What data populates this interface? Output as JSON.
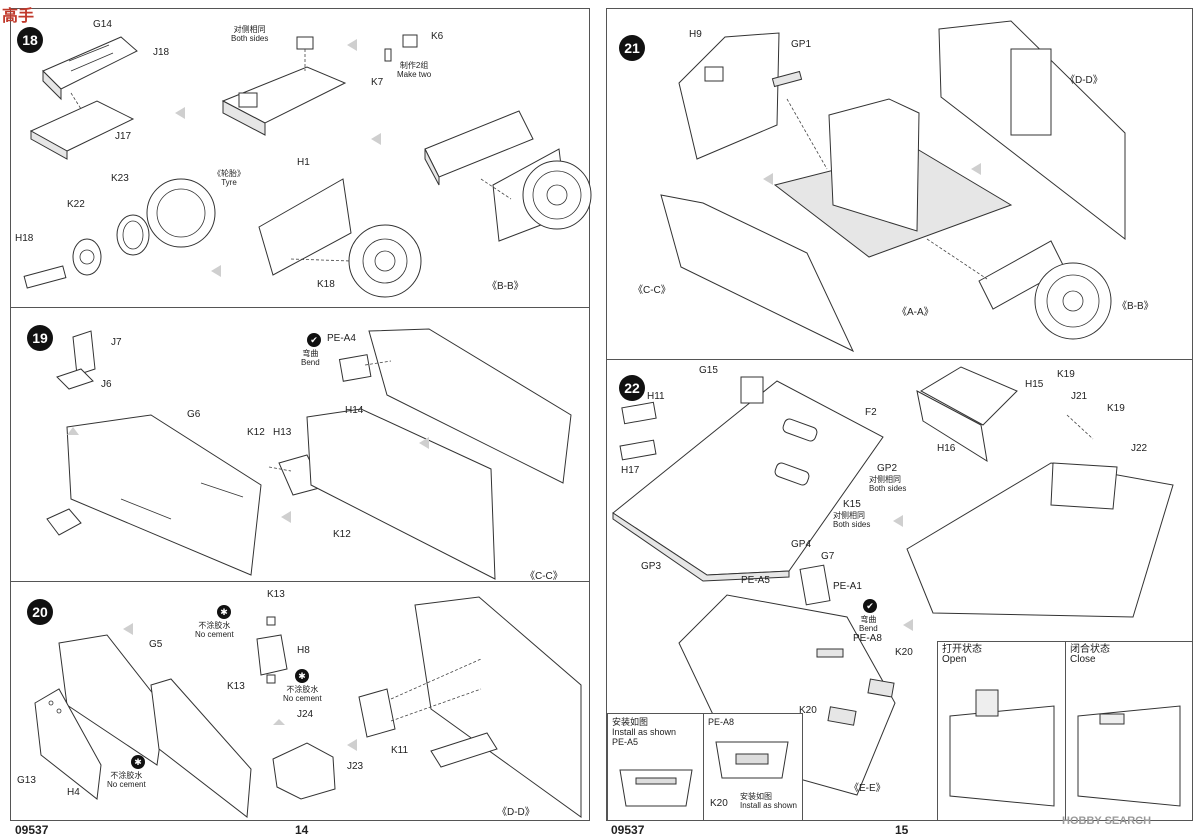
{
  "product_code_left": "09537",
  "product_code_right": "09537",
  "page_left": "14",
  "page_right": "15",
  "watermark": {
    "top_left": "高手",
    "bottom_right": "HOBBY SEARCH"
  },
  "steps": {
    "s18": {
      "labels": {
        "g14": "G14",
        "j18": "J18",
        "j17": "J17",
        "k6": "K6",
        "k7": "K7",
        "h1": "H1",
        "k23": "K23",
        "k22": "K22",
        "h18": "H18",
        "k18": "K18"
      },
      "notes": {
        "both_sides_cn": "对侧相同",
        "both_sides_en": "Both sides",
        "make_two_cn": "制作2组",
        "make_two_en": "Make two",
        "tyre_cn": "《轮胎》",
        "tyre_en": "Tyre"
      },
      "ref": "《B-B》"
    },
    "s19": {
      "num": "19",
      "labels": {
        "j7": "J7",
        "j6": "J6",
        "g6": "G6",
        "k12a": "K12",
        "h13": "H13",
        "k12b": "K12",
        "pea4": "PE-A4",
        "h14": "H14"
      },
      "notes": {
        "bend_cn": "弯曲",
        "bend_en": "Bend"
      },
      "ref": "《C-C》"
    },
    "s20": {
      "num": "20",
      "labels": {
        "g5": "G5",
        "g13": "G13",
        "h4": "H4",
        "k13a": "K13",
        "h8": "H8",
        "k13b": "K13",
        "j24": "J24",
        "j23": "J23",
        "k11": "K11"
      },
      "notes": {
        "no_cement_cn": "不涂胶水",
        "no_cement_en": "No cement"
      },
      "ref": "《D-D》"
    },
    "s21": {
      "num": "21",
      "labels": {
        "h9": "H9",
        "gp1": "GP1"
      },
      "refs": {
        "dd": "《D-D》",
        "cc": "《C-C》",
        "aa": "《A-A》",
        "bb": "《B-B》"
      }
    },
    "s22": {
      "num": "22",
      "labels": {
        "h11": "H11",
        "g15": "G15",
        "h17": "H17",
        "f2": "F2",
        "gp2": "GP2",
        "k15": "K15",
        "gp4": "GP4",
        "gp3": "GP3",
        "g7": "G7",
        "pea1": "PE-A1",
        "pea5": "PE-A5",
        "pea8": "PE-A8",
        "k20a": "K20",
        "k20b": "K20",
        "h15": "H15",
        "h16": "H16",
        "k19a": "K19",
        "k19b": "K19",
        "j21": "J21",
        "j22": "J22"
      },
      "notes": {
        "both_sides_cn": "对侧相同",
        "both_sides_en": "Both sides",
        "bend_cn": "弯曲",
        "bend_en": "Bend"
      },
      "ref": "《E-E》",
      "insets": {
        "a": {
          "title_cn": "安装如图",
          "title_en": "Install as shown",
          "part": "PE-A5"
        },
        "b": {
          "title": "PE-A8",
          "part": "K20",
          "caption_cn": "安装如图",
          "caption_en": "Install as shown"
        },
        "open": {
          "cn": "打开状态",
          "en": "Open"
        },
        "close": {
          "cn": "闭合状态",
          "en": "Close"
        }
      }
    }
  }
}
